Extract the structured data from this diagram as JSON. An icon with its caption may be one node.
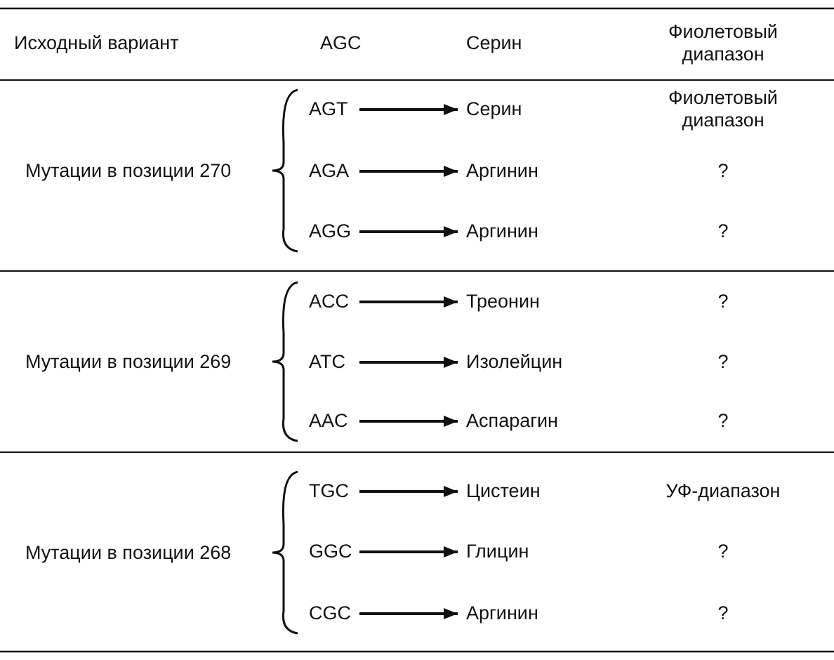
{
  "diagram": {
    "nodes": [
      {
        "text": [
          "AGT"
        ]
      },
      {
        "text": [
          "Серин"
        ]
      },
      {
        "text": [
          "AGA"
        ]
      },
      {
        "text": [
          "Аргинин"
        ]
      },
      {
        "text": [
          "AGG"
        ]
      },
      {
        "text": [
          "Аргинин"
        ]
      },
      {
        "text": [
          "ACC"
        ]
      },
      {
        "text": [
          "Треонин"
        ]
      },
      {
        "text": [
          "ATC"
        ]
      },
      {
        "text": [
          "Изолейцин"
        ]
      },
      {
        "text": [
          "AAC"
        ]
      },
      {
        "text": [
          "Аспарагин"
        ]
      },
      {
        "text": [
          "TGC"
        ]
      },
      {
        "text": [
          "Цистеин"
        ]
      },
      {
        "text": [
          "GGC"
        ]
      },
      {
        "text": [
          "Глицин"
        ]
      },
      {
        "text": [
          "CGC"
        ]
      },
      {
        "text": [
          "Аргинин"
        ]
      }
    ],
    "edges": [
      {
        "from": 0,
        "to": 1,
        "arrow": "to"
      },
      {
        "from": 2,
        "to": 3,
        "arrow": "to"
      },
      {
        "from": 4,
        "to": 5,
        "arrow": "to"
      },
      {
        "from": 6,
        "to": 7,
        "arrow": "to"
      },
      {
        "from": 8,
        "to": 9,
        "arrow": "to"
      },
      {
        "from": 10,
        "to": 11,
        "arrow": "to"
      },
      {
        "from": 12,
        "to": 13,
        "arrow": "to"
      },
      {
        "from": 14,
        "to": 15,
        "arrow": "to"
      },
      {
        "from": 16,
        "to": 17,
        "arrow": "to"
      }
    ],
    "labels": [
      "Исходный вариант",
      "AGC",
      "Серин",
      "Фиолетовый диапазон",
      "Мутации в позиции 270",
      "Фиолетовый диапазон",
      "?",
      "?",
      "Мутации в позиции 269",
      "?",
      "?",
      "?",
      "Мутации в позиции 268",
      "УФ-диапазон",
      "?",
      "?"
    ]
  }
}
